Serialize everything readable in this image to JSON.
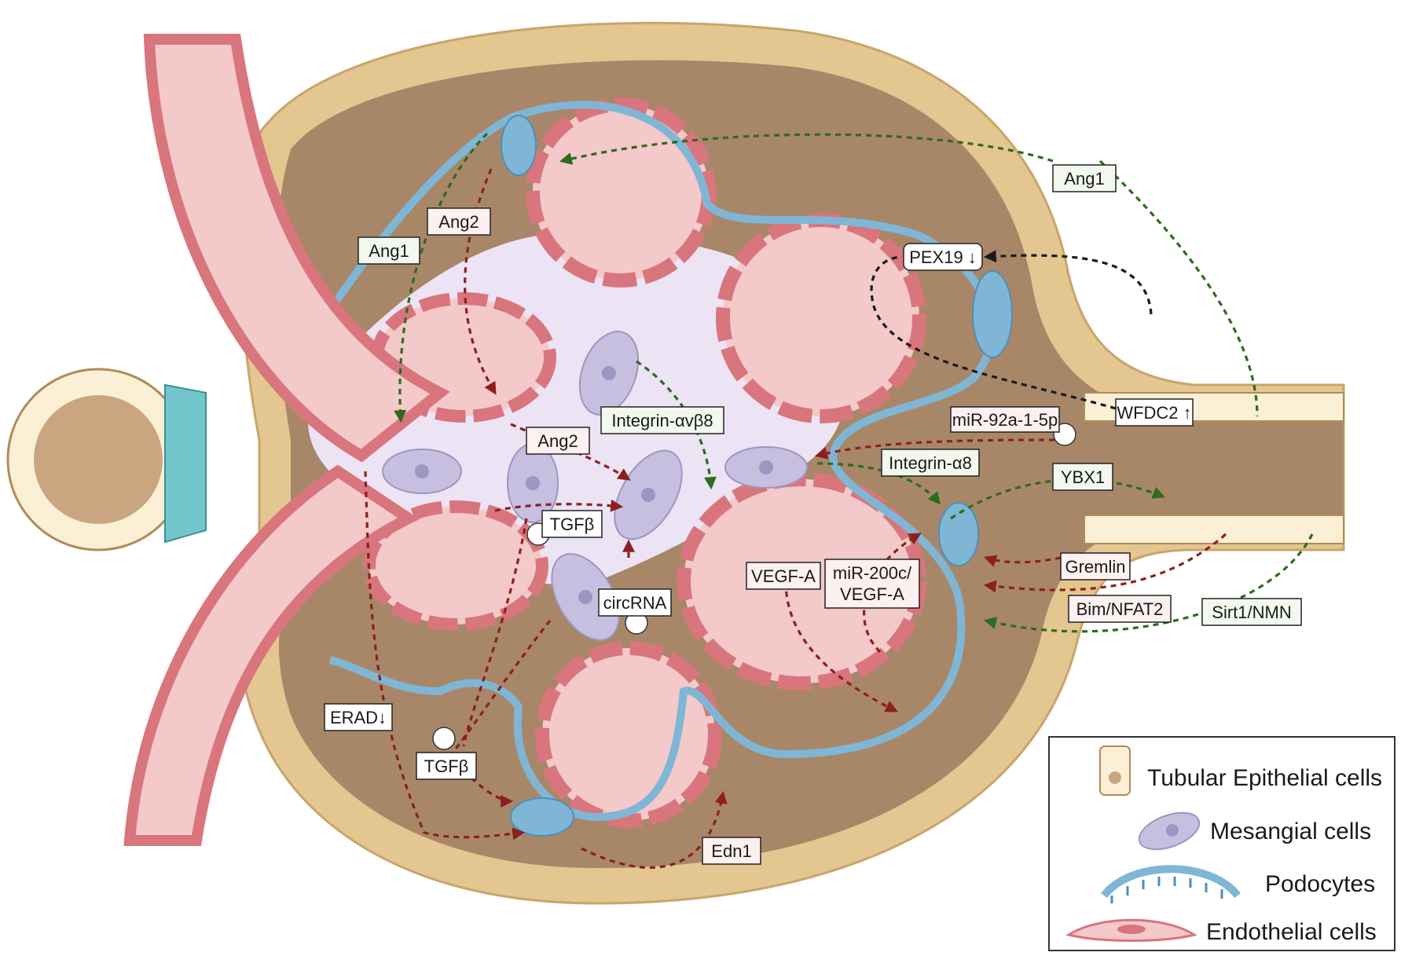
{
  "labels": {
    "ang1_left": "Ang1",
    "ang2_top": "Ang2",
    "ang1_right": "Ang1",
    "pex19": "PEX19 ↓",
    "wfdc2": "WFDC2 ↑",
    "mir92": "miR-92a-1-5p",
    "integrin_avb8": "Integrin-αvβ8",
    "ang2_mid": "Ang2",
    "integrin_a8": "Integrin-α8",
    "ybx1": "YBX1",
    "tgfb_upper": "TGFβ",
    "vegfa": "VEGF-A",
    "mir200c_line1": "miR-200c/",
    "mir200c_line2": "VEGF-A",
    "circrna": "circRNA",
    "gremlin": "Gremlin",
    "bim_nfat2": "Bim/NFAT2",
    "sirt1": "Sirt1/NMN",
    "erad": "ERAD↓",
    "tgfb_lower": "TGFβ",
    "edn1": "Edn1"
  },
  "legend": {
    "items": [
      {
        "label": "Tubular Epithelial cells",
        "icon": "tubular-epithelial-cell-icon"
      },
      {
        "label": "Mesangial cells",
        "icon": "mesangial-cell-icon"
      },
      {
        "label": "Podocytes",
        "icon": "podocyte-icon"
      },
      {
        "label": "Endothelial cells",
        "icon": "endothelial-cell-icon"
      }
    ]
  },
  "colors": {
    "capsule": "#e3c690",
    "bowman_space": "#a88768",
    "lumen": "#f3c9c9",
    "endothelium": "#d9757d",
    "mesangium": "#ece4f4",
    "mesangial_cell": "#c6bfdf",
    "podocyte": "#7fb6d6",
    "epithelial": "#fbefd6",
    "macula_densa": "#73c7cc",
    "green_arrow": "#2e6b1f",
    "red_arrow": "#8e1f1f",
    "black_arrow": "#1a1a1a"
  }
}
